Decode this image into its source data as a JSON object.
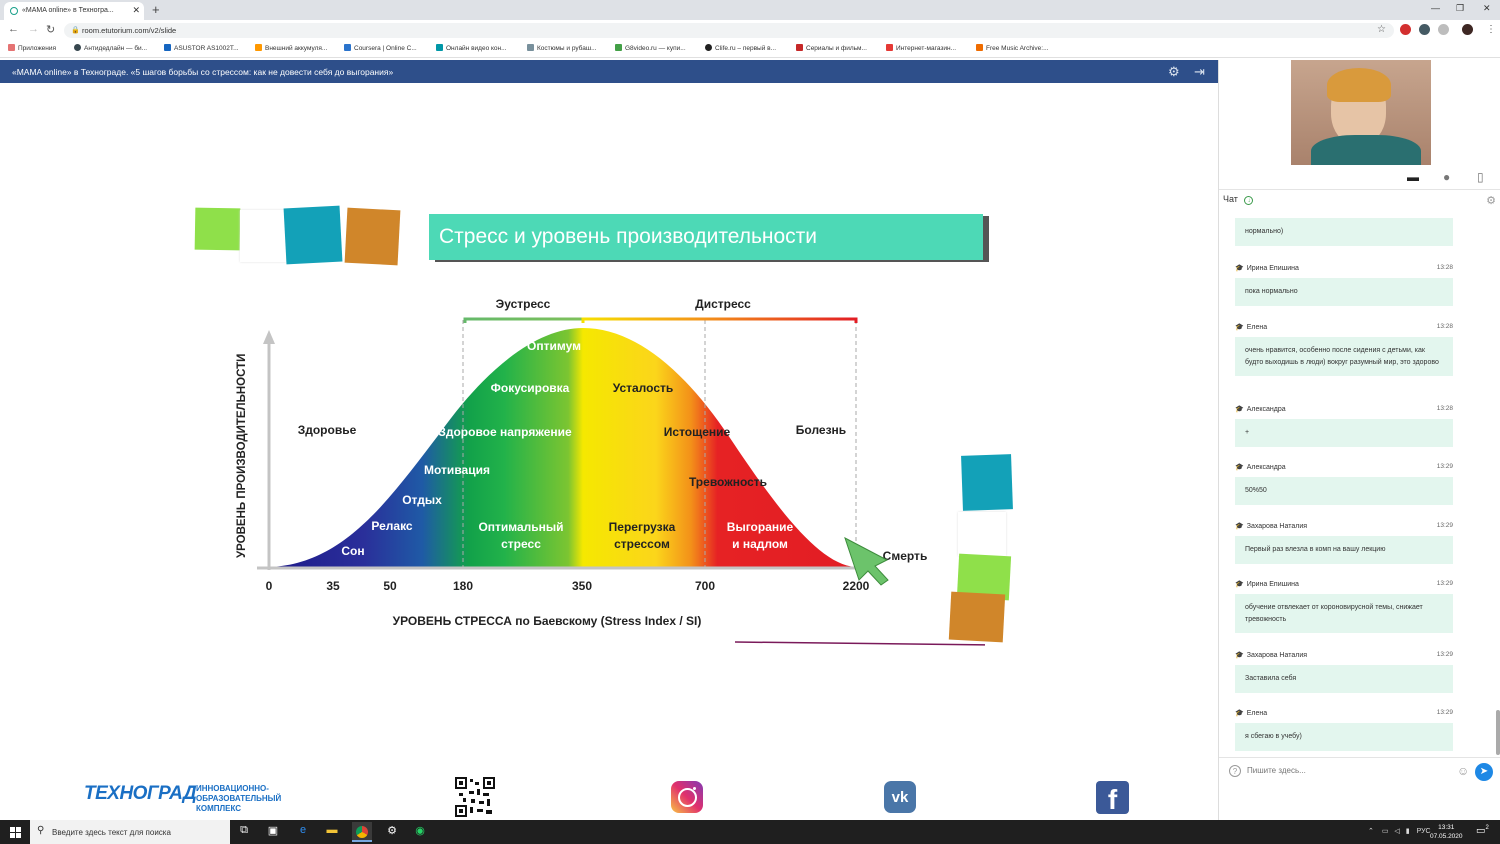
{
  "browser": {
    "tab_title": "«MAMA online» в Техногра...",
    "url": "room.etutorium.com/v2/slide",
    "bookmarks": [
      "Приложения",
      "Антидедлайн — би...",
      "ASUSTOR AS1002T...",
      "Внешний аккумуля...",
      "Coursera | Online C...",
      "Онлайн видео кон...",
      "Костюмы и рубаш...",
      "G8video.ru — купи...",
      "Clife.ru – первый в...",
      "Сериалы и фильм...",
      "Интернет-магазин...",
      "Free Music Archive:..."
    ]
  },
  "session": {
    "title": "«MAMA online» в Технограде. «5 шагов борьбы со стрессом: как не довести себя до выгорания»"
  },
  "slide": {
    "title": "Стресс и уровень производительности",
    "y_axis_label": "УРОВЕНЬ ПРОИЗВОДИТЕЛЬНОСТИ",
    "x_axis_label": "УРОВЕНЬ СТРЕССА по Баевскому (Stress Index / SI)",
    "top_groups": [
      "Эустресс",
      "Дистресс"
    ],
    "x_ticks": [
      "0",
      "35",
      "50",
      "180",
      "350",
      "700",
      "2200"
    ],
    "curve_labels": [
      "Сон",
      "Релакс",
      "Отдых",
      "Мотивация",
      "Здоровое напряжение",
      "Фокусировка",
      "Оптимум",
      "Усталость",
      "Истощение",
      "Тревожность"
    ],
    "zone_labels": [
      "Здоровье",
      "Болезнь",
      "Смерть"
    ],
    "bottom_labels": [
      [
        "Оптимальный",
        "стресс"
      ],
      [
        "Перегрузка",
        "стрессом"
      ],
      [
        "Выгорание",
        "и надлом"
      ]
    ]
  },
  "footer": {
    "logo": "ТЕХНОГРАД",
    "logo_sub": [
      "ИННОВАЦИОННО-",
      "ОБРАЗОВАТЕЛЬНЫЙ",
      "КОМПЛЕКС"
    ]
  },
  "chat": {
    "label": "Чат",
    "input_placeholder": "Пишите здесь...",
    "messages": [
      {
        "name": "",
        "time": "",
        "text": "нормально)"
      },
      {
        "name": "Ирина Епишина",
        "time": "13:28",
        "text": "пока нормально"
      },
      {
        "name": "Елена",
        "time": "13:28",
        "text": "очень нравится, особенно после сидения с детьми, как будто выходишь в люди) вокруг разумный мир, это здорово"
      },
      {
        "name": "Александра",
        "time": "13:28",
        "text": "+"
      },
      {
        "name": "Александра",
        "time": "13:29",
        "text": "50%50"
      },
      {
        "name": "Захарова Наталия",
        "time": "13:29",
        "text": "Первый раз влезла в комп на вашу лекцию"
      },
      {
        "name": "Ирина Епишина",
        "time": "13:29",
        "text": "обучение отвлекает от короновирусной темы, снижает тревожность"
      },
      {
        "name": "Захарова Наталия",
        "time": "13:29",
        "text": "Заставила себя"
      },
      {
        "name": "Елена",
        "time": "13:29",
        "text": "я сбегаю в учебу)"
      }
    ]
  },
  "taskbar": {
    "search_placeholder": "Введите здесь текст для поиска",
    "lang": "РУС",
    "time": "13:31",
    "date": "07.05.2020",
    "notifications": "2"
  },
  "colors": {
    "session_bar": "#2e4f8a",
    "title_box": "#4dd9b6",
    "chat_bubble": "#e3f6ee"
  }
}
